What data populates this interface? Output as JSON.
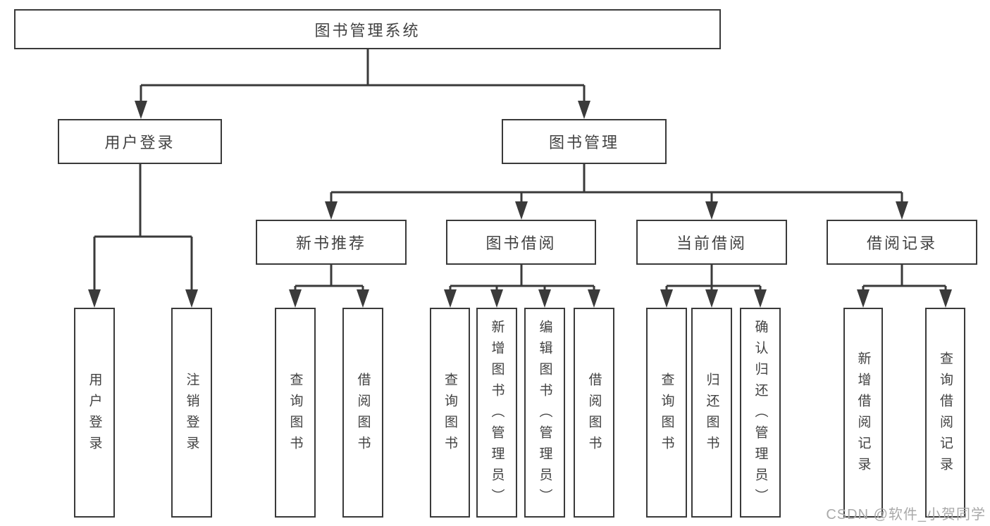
{
  "diagram": {
    "title": "图书管理系统",
    "level2": {
      "userLogin": "用户登录",
      "bookManagement": "图书管理"
    },
    "level3": {
      "newBookRecommend": "新书推荐",
      "bookBorrowing": "图书借阅",
      "currentBorrowing": "当前借阅",
      "borrowingRecords": "借阅记录"
    },
    "leaves": {
      "userLogin": "用户登录",
      "logout": "注销登录",
      "recQueryBooks": "查询图书",
      "recBorrowBooks": "借阅图书",
      "bbQueryBooks": "查询图书",
      "bbAddBooks": "新增图书（管理员）",
      "bbEditBooks": "编辑图书（管理员）",
      "bbBorrowBooks": "借阅图书",
      "cbQueryBooks": "查询图书",
      "cbReturnBooks": "归还图书",
      "cbConfirmReturn": "确认归还（管理员）",
      "brAddRecord": "新增借阅记录",
      "brQueryRecord": "查询借阅记录"
    }
  },
  "watermark": "CSDN @软件_小贺同学",
  "colors": {
    "line": "#3a3a3a",
    "text": "#424242",
    "watermark": "#a9a9a9",
    "boxFill": "#ffffff"
  }
}
